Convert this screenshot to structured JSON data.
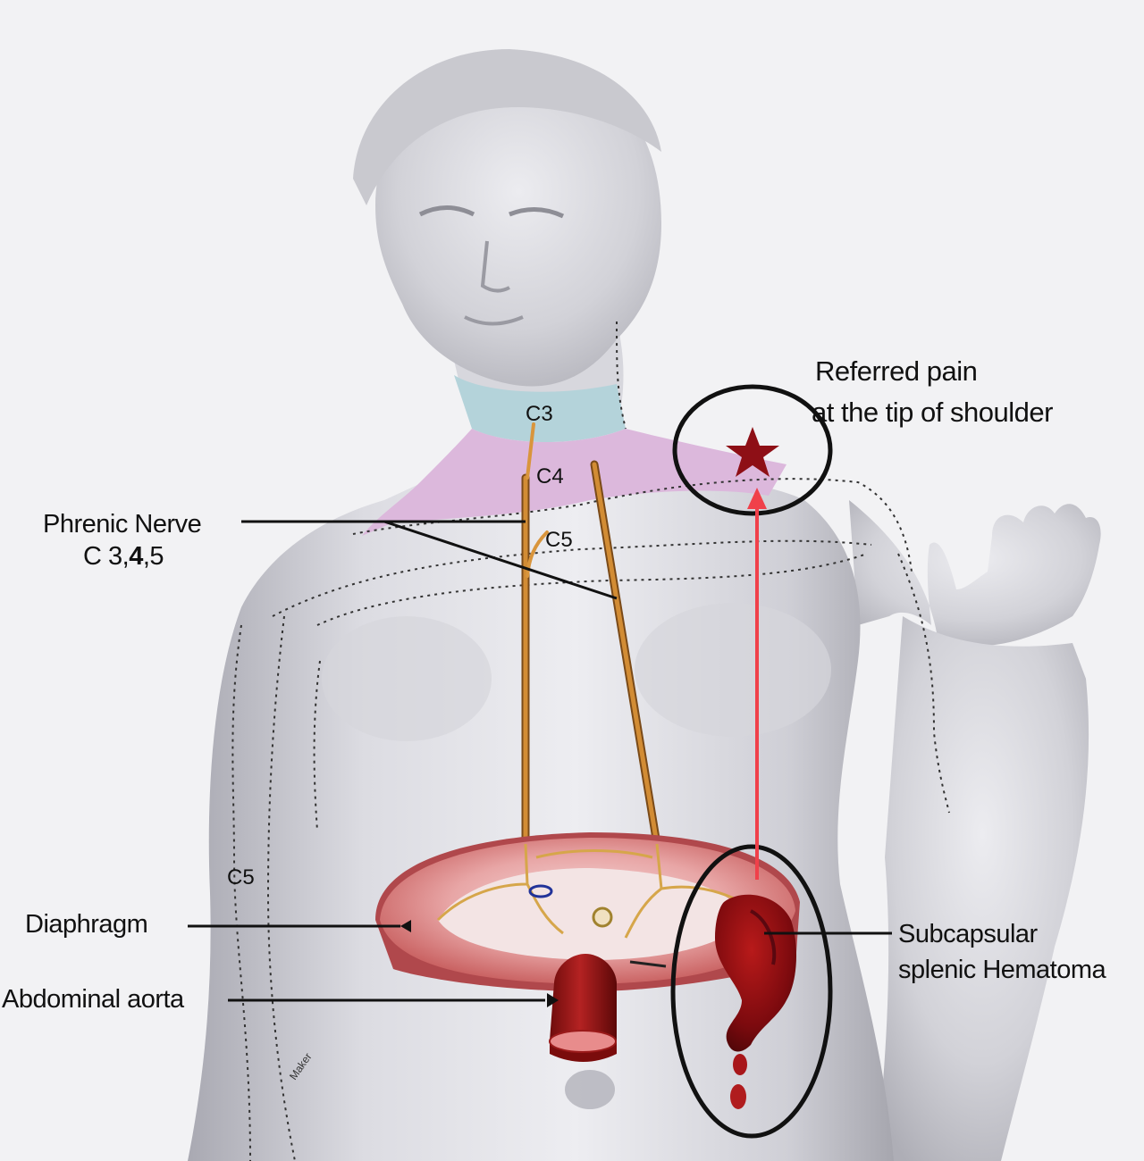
{
  "labels": {
    "referred_pain_line1": "Referred pain",
    "referred_pain_line2": "at the tip of shoulder",
    "c3": "C3",
    "c4": "C4",
    "c5_neck": "C5",
    "c5_arm": "C5",
    "phrenic_nerve_line1": "Phrenic Nerve",
    "phrenic_nerve_line2_a": "C 3,",
    "phrenic_nerve_line2_b": "4",
    "phrenic_nerve_line2_c": ",5",
    "diaphragm": "Diaphragm",
    "abdominal_aorta": "Abdominal aorta",
    "hematoma_line1": "Subcapsular",
    "hematoma_line2": "splenic Hematoma",
    "watermark": "Maker"
  },
  "colors": {
    "background": "#f2f2f4",
    "neck_band_c3": "#b4d3da",
    "neck_band_c4": "#dcb8dc",
    "nerve": "#c87a28",
    "diaphragm": "#d8787a",
    "aorta": "#8e1414",
    "hematoma": "#8a0e12",
    "referral_arrow": "#f0404a",
    "star": "#8e0f16"
  }
}
